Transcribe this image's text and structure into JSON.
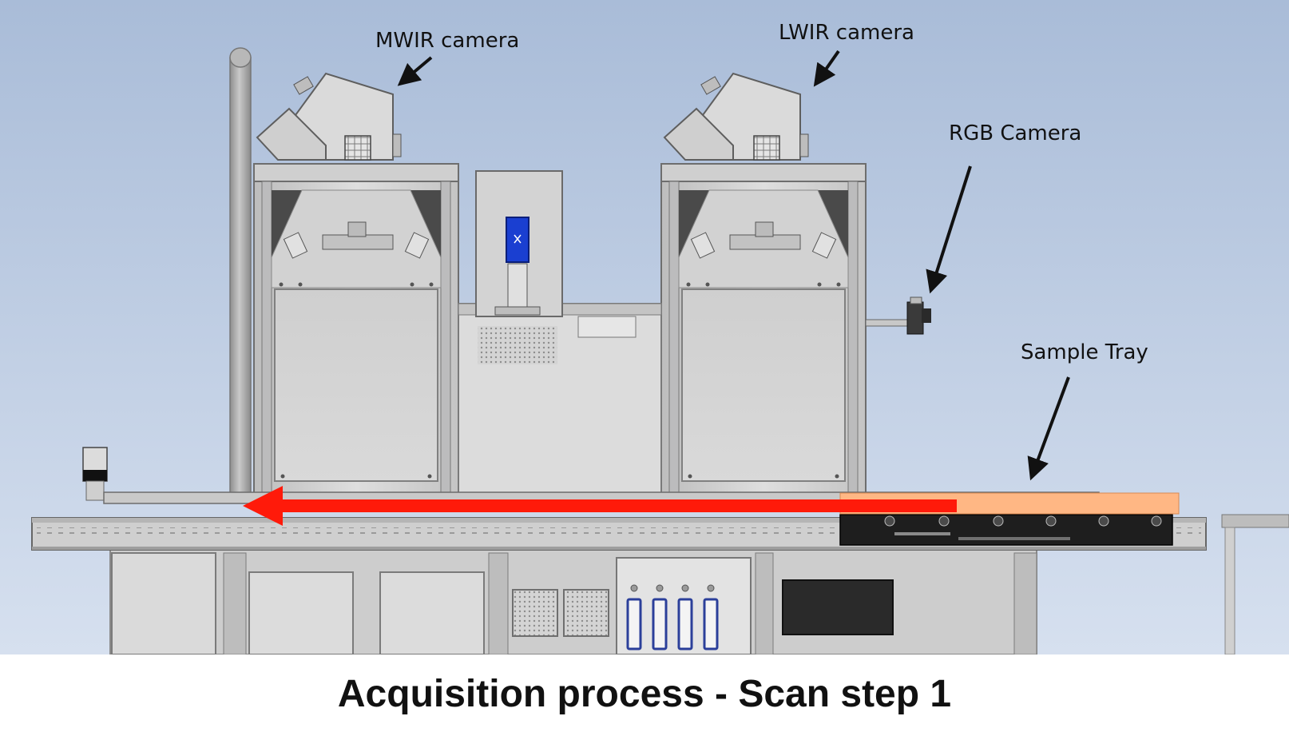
{
  "labels": {
    "mwir": "MWIR camera",
    "lwir": "LWIR camera",
    "rgb": "RGB Camera",
    "tray": "Sample Tray"
  },
  "caption": "Acquisition process - Scan step 1",
  "colors": {
    "background_top": "#a9bcd8",
    "background_bottom": "#d6e0ef",
    "scan_arrow": "#ff1a0a",
    "sample_tray": "#ffb784",
    "chassis": "#d9d9d9",
    "detector": "#1a3fd1"
  }
}
